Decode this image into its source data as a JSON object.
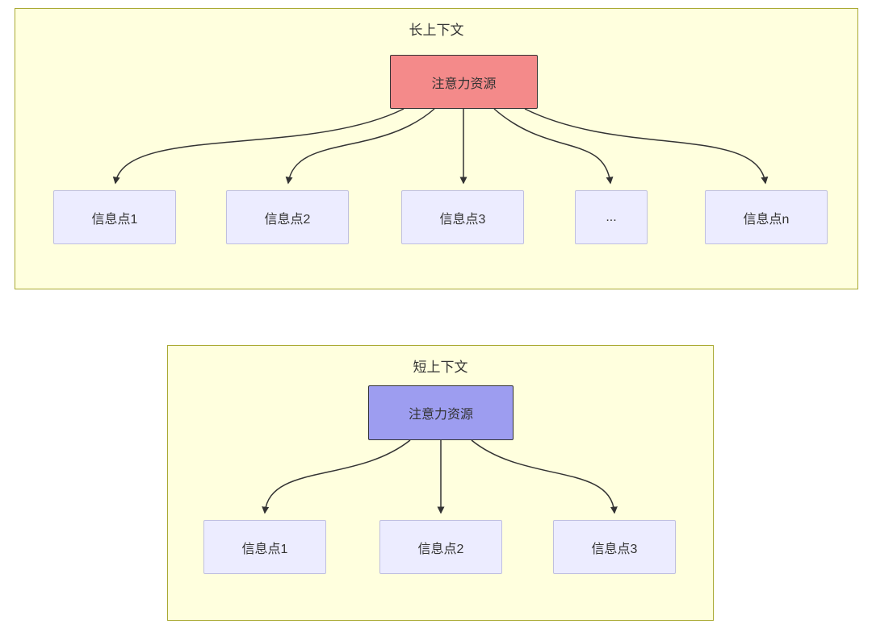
{
  "diagram": {
    "long_context": {
      "title": "长上下文",
      "attention_label": "注意力资源",
      "nodes": [
        "信息点1",
        "信息点2",
        "信息点3",
        "...",
        "信息点n"
      ]
    },
    "short_context": {
      "title": "短上下文",
      "attention_label": "注意力资源",
      "nodes": [
        "信息点1",
        "信息点2",
        "信息点3"
      ]
    },
    "colors": {
      "container_background": "#ffffde",
      "container_border": "#aaaa33",
      "attention_long_background": "#f48a8a",
      "attention_short_background": "#9d9df0",
      "info_node_background": "#ececff",
      "info_node_border": "#bfbfe0",
      "edge_color": "#333333",
      "text_color": "#333333"
    }
  }
}
